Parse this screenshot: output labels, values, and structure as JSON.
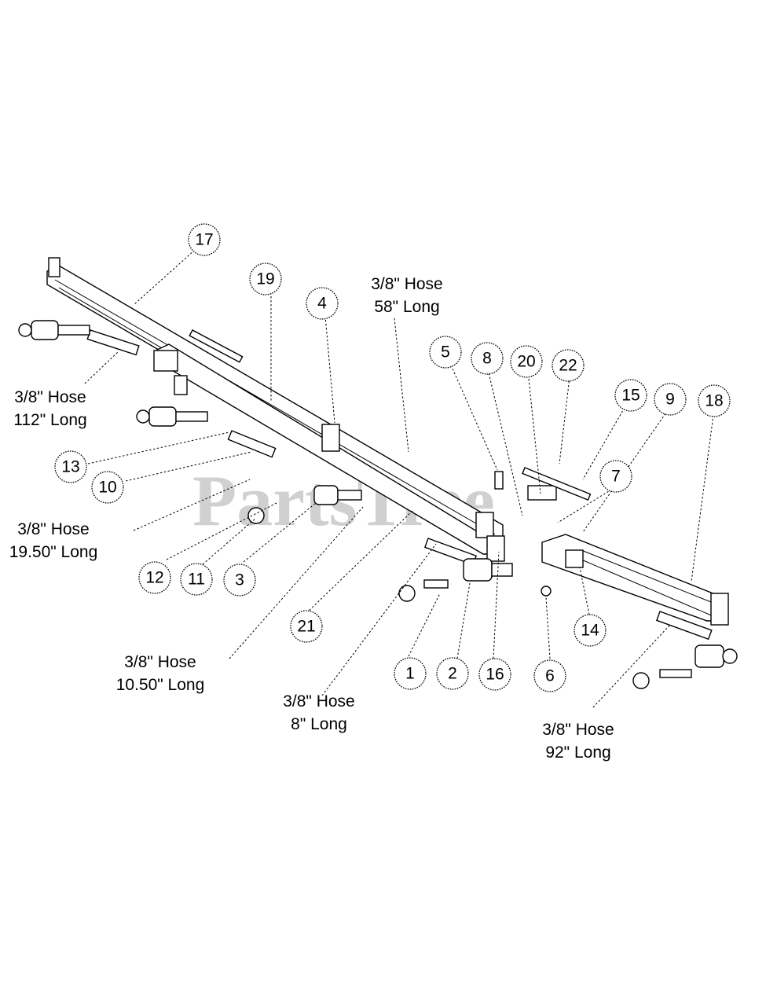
{
  "watermark": "PartsTree",
  "callouts": [
    "17",
    "19",
    "4",
    "5",
    "8",
    "20",
    "22",
    "15",
    "9",
    "18",
    "7",
    "13",
    "10",
    "12",
    "11",
    "3",
    "21",
    "1",
    "2",
    "16",
    "6",
    "14"
  ],
  "hose_labels": [
    {
      "line1": "3/8\" Hose",
      "line2": "58\" Long"
    },
    {
      "line1": "3/8\" Hose",
      "line2": "112\" Long"
    },
    {
      "line1": "3/8\" Hose",
      "line2": "19.50\" Long"
    },
    {
      "line1": "3/8\" Hose",
      "line2": "10.50\" Long"
    },
    {
      "line1": "3/8\" Hose",
      "line2": "8\" Long"
    },
    {
      "line1": "3/8\" Hose",
      "line2": "92\" Long"
    }
  ]
}
